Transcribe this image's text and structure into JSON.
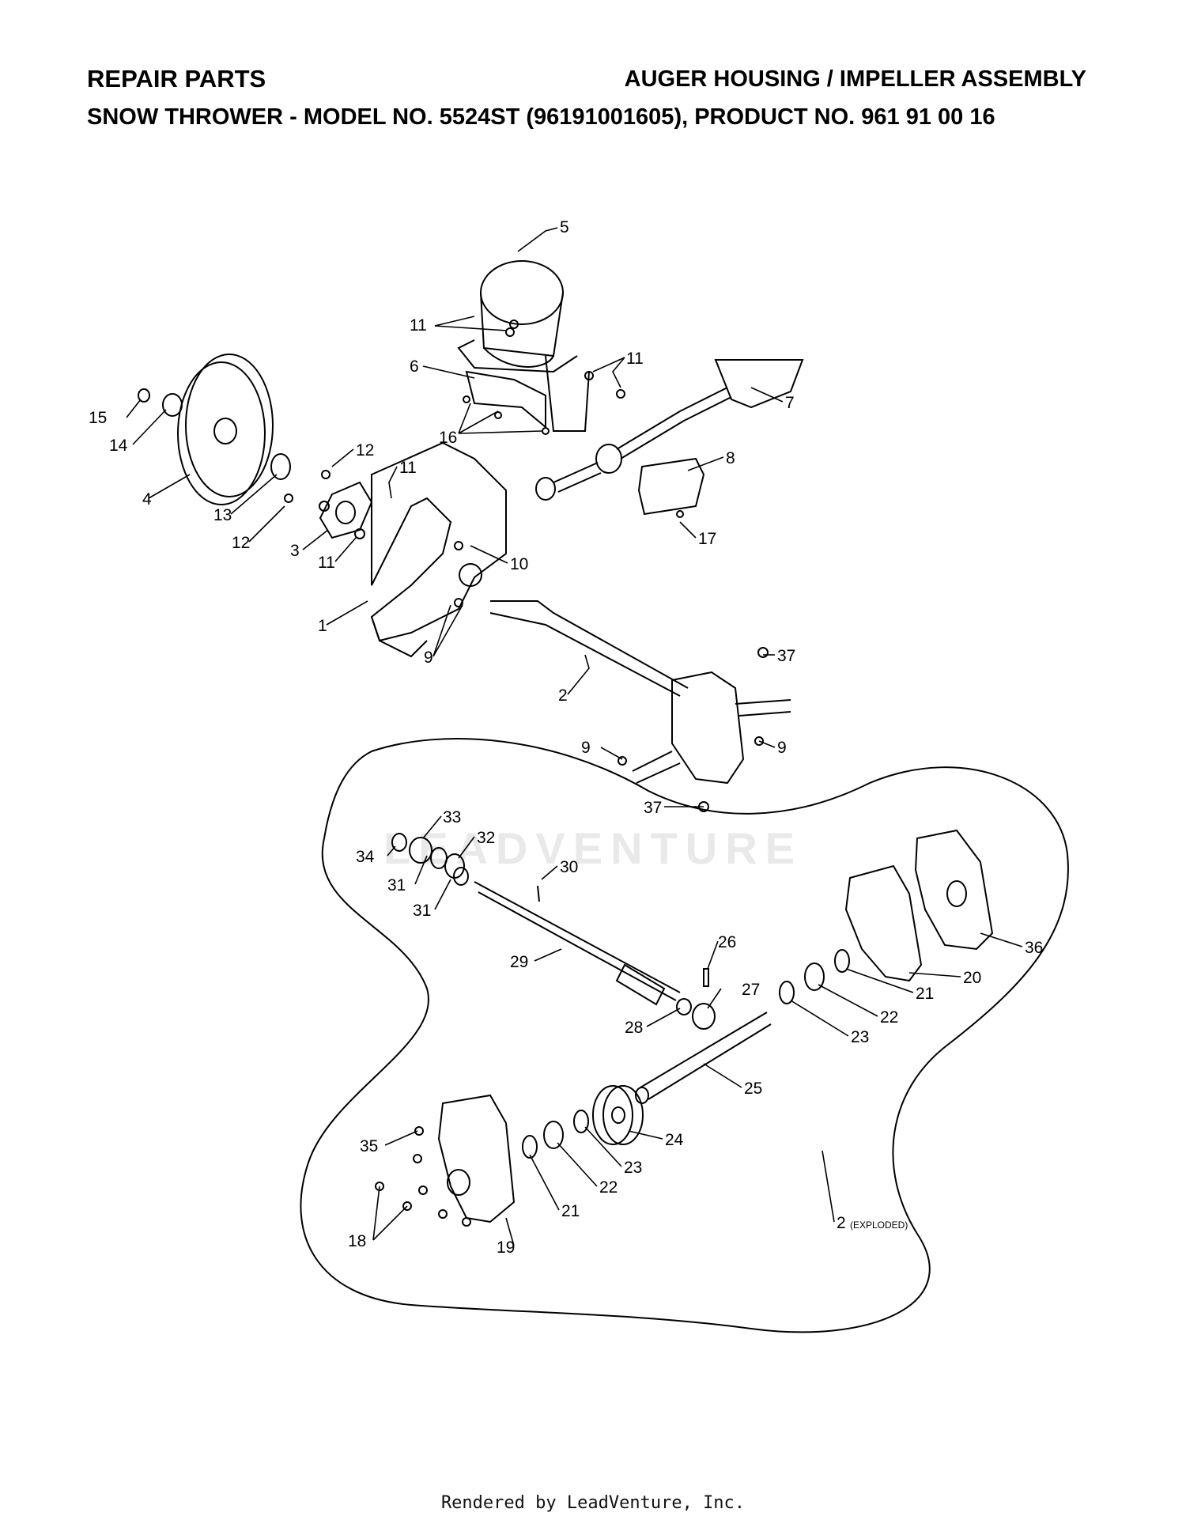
{
  "header": {
    "left_title": "REPAIR PARTS",
    "right_title": "AUGER HOUSING / IMPELLER ASSEMBLY",
    "subtitle_prefix": "SNOW THROWER - MODEL NO. ",
    "model_no": "5524ST",
    "subtitle_suffix": " (96191001605), PRODUCT NO. 961 91 00 16"
  },
  "watermark": "LEADVENTURE",
  "footer": "Rendered by LeadVenture, Inc.",
  "callouts": [
    {
      "id": "c5",
      "label": "5"
    },
    {
      "id": "c11a",
      "label": "11"
    },
    {
      "id": "c6",
      "label": "6"
    },
    {
      "id": "c11b",
      "label": "11"
    },
    {
      "id": "c7",
      "label": "7"
    },
    {
      "id": "c15",
      "label": "15"
    },
    {
      "id": "c14",
      "label": "14"
    },
    {
      "id": "c16",
      "label": "16"
    },
    {
      "id": "c4",
      "label": "4"
    },
    {
      "id": "c12a",
      "label": "12"
    },
    {
      "id": "c11c",
      "label": "11"
    },
    {
      "id": "c8",
      "label": "8"
    },
    {
      "id": "c13",
      "label": "13"
    },
    {
      "id": "c12b",
      "label": "12"
    },
    {
      "id": "c3",
      "label": "3"
    },
    {
      "id": "c11d",
      "label": "11"
    },
    {
      "id": "c10",
      "label": "10"
    },
    {
      "id": "c17",
      "label": "17"
    },
    {
      "id": "c1",
      "label": "1"
    },
    {
      "id": "c9a",
      "label": "9"
    },
    {
      "id": "c37a",
      "label": "37"
    },
    {
      "id": "c2",
      "label": "2"
    },
    {
      "id": "c9b",
      "label": "9"
    },
    {
      "id": "c9c",
      "label": "9"
    },
    {
      "id": "c37b",
      "label": "37"
    },
    {
      "id": "c33",
      "label": "33"
    },
    {
      "id": "c32",
      "label": "32"
    },
    {
      "id": "c34",
      "label": "34"
    },
    {
      "id": "c30",
      "label": "30"
    },
    {
      "id": "c31a",
      "label": "31"
    },
    {
      "id": "c31b",
      "label": "31"
    },
    {
      "id": "c36",
      "label": "36"
    },
    {
      "id": "c26",
      "label": "26"
    },
    {
      "id": "c29",
      "label": "29"
    },
    {
      "id": "c20",
      "label": "20"
    },
    {
      "id": "c27",
      "label": "27"
    },
    {
      "id": "c21a",
      "label": "21"
    },
    {
      "id": "c22a",
      "label": "22"
    },
    {
      "id": "c28",
      "label": "28"
    },
    {
      "id": "c23a",
      "label": "23"
    },
    {
      "id": "c25",
      "label": "25"
    },
    {
      "id": "c24",
      "label": "24"
    },
    {
      "id": "c35",
      "label": "35"
    },
    {
      "id": "c23b",
      "label": "23"
    },
    {
      "id": "c22b",
      "label": "22"
    },
    {
      "id": "c21b",
      "label": "21"
    },
    {
      "id": "c2x",
      "label": "2"
    },
    {
      "id": "c18",
      "label": "18"
    },
    {
      "id": "c19",
      "label": "19"
    }
  ],
  "exploded_note": "(EXPLODED)"
}
